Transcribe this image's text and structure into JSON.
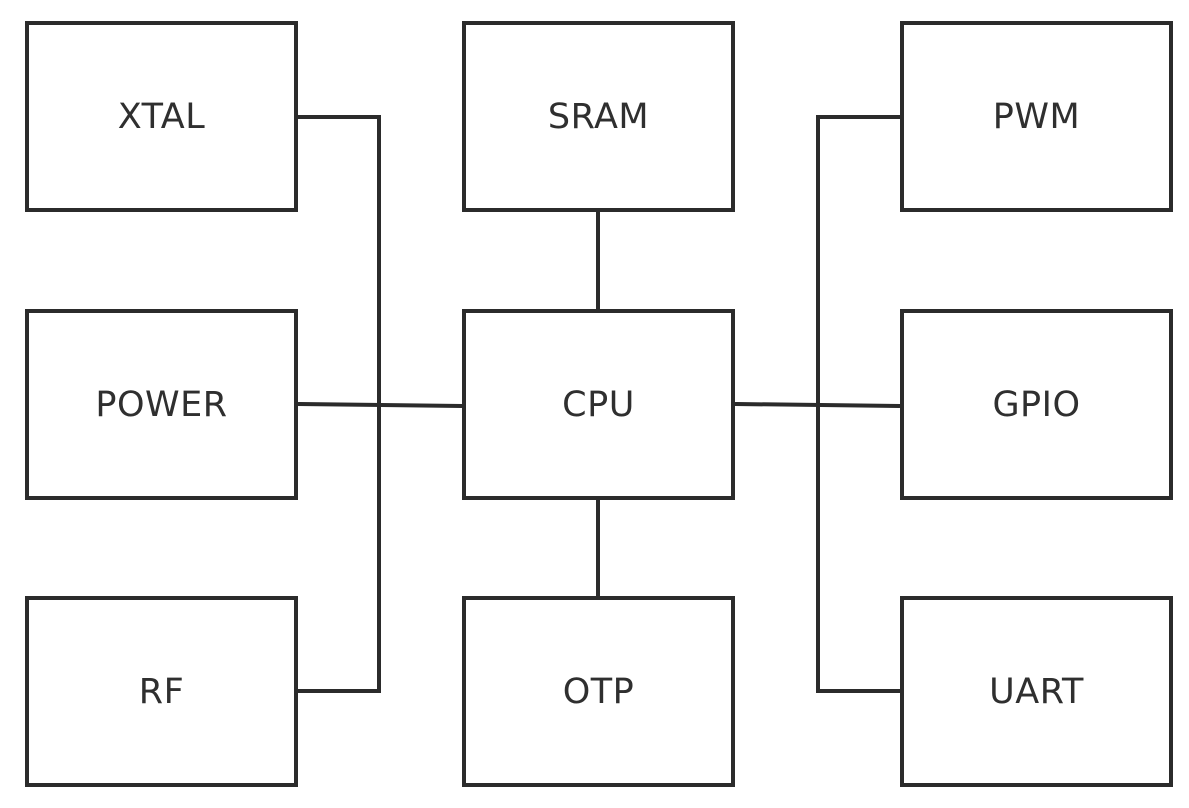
{
  "diagram": {
    "colors": {
      "stroke": "#2b2b2b",
      "text": "#2f2f2f",
      "background": "#ffffff"
    },
    "blocks": {
      "xtal": "XTAL",
      "power": "POWER",
      "rf": "RF",
      "sram": "SRAM",
      "cpu": "CPU",
      "otp": "OTP",
      "pwm": "PWM",
      "gpio": "GPIO",
      "uart": "UART"
    },
    "connections": [
      {
        "from": "XTAL",
        "to": "CPU"
      },
      {
        "from": "POWER",
        "to": "CPU"
      },
      {
        "from": "RF",
        "to": "CPU"
      },
      {
        "from": "SRAM",
        "to": "CPU"
      },
      {
        "from": "OTP",
        "to": "CPU"
      },
      {
        "from": "PWM",
        "to": "CPU"
      },
      {
        "from": "GPIO",
        "to": "CPU"
      },
      {
        "from": "UART",
        "to": "CPU"
      }
    ]
  }
}
